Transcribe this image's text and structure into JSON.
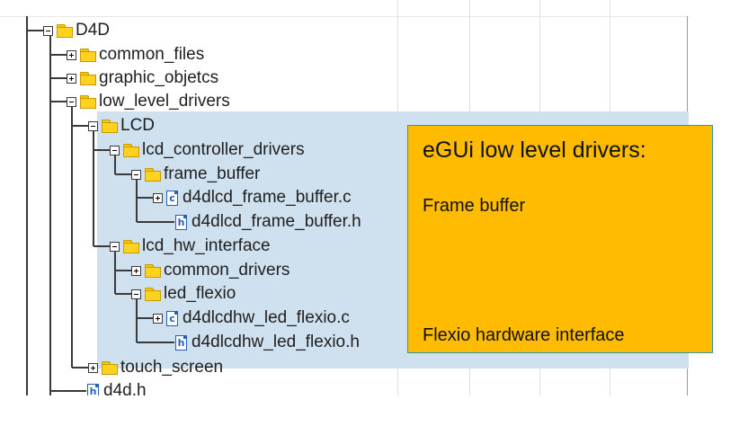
{
  "tree": {
    "items": [
      {
        "label": "D4D",
        "type": "folder",
        "expanded": true
      },
      {
        "label": "common_files",
        "type": "folder",
        "expanded": false
      },
      {
        "label": "graphic_objetcs",
        "type": "folder",
        "expanded": false
      },
      {
        "label": "low_level_drivers",
        "type": "folder",
        "expanded": true
      },
      {
        "label": "LCD",
        "type": "folder",
        "expanded": true
      },
      {
        "label": "lcd_controller_drivers",
        "type": "folder",
        "expanded": true
      },
      {
        "label": "frame_buffer",
        "type": "folder",
        "expanded": true
      },
      {
        "label": "d4dlcd_frame_buffer.c",
        "type": "file-c",
        "expanded": false
      },
      {
        "label": "d4dlcd_frame_buffer.h",
        "type": "file-h"
      },
      {
        "label": "lcd_hw_interface",
        "type": "folder",
        "expanded": true
      },
      {
        "label": "common_drivers",
        "type": "folder",
        "expanded": false
      },
      {
        "label": "led_flexio",
        "type": "folder",
        "expanded": true
      },
      {
        "label": "d4dlcdhw_led_flexio.c",
        "type": "file-c",
        "expanded": false
      },
      {
        "label": "d4dlcdhw_led_flexio.h",
        "type": "file-h"
      },
      {
        "label": "touch_screen",
        "type": "folder",
        "expanded": false
      },
      {
        "label": "d4d.h",
        "type": "file-h"
      }
    ],
    "file_glyphs": {
      "c": "c",
      "h": "h"
    }
  },
  "callout": {
    "title": "eGUi low level drivers:",
    "line1": "Frame buffer",
    "line2": "Flexio hardware interface"
  },
  "colors": {
    "highlight": "#cfe1ef",
    "callout_bg": "#ffbb00",
    "callout_border": "#2a9ab4",
    "folder": "#ffd21f",
    "file_icon": "#2560b8"
  }
}
